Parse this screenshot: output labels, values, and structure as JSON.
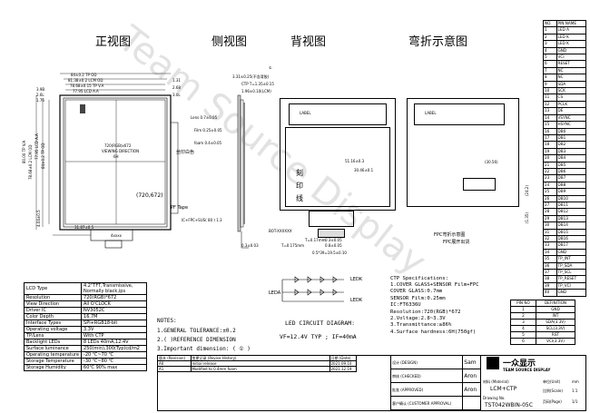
{
  "views": {
    "front": "正视图",
    "side": "侧视图",
    "back": "背视图",
    "bend": "弯折示意图"
  },
  "front": {
    "dims_top": [
      "84±0.2 TP OD",
      "81.38±0.2 LCM OD",
      "78.68±0.15 TP V.A",
      "77.95 LCD A.A"
    ],
    "dims_right": [
      "1.31",
      "2.68",
      "3.0L"
    ],
    "dims_left": [
      "3.9B",
      "2.6L",
      "1.76",
      "80.00 TP V.A",
      "78.68±0.2 LCM OD",
      "77.95 LCD A.A",
      "84±0.2 TP OD"
    ],
    "center_lines": [
      "720(RGB)x672",
      "VIEWING DIRECTION",
      "6H"
    ],
    "resolution_label": "(720,672)",
    "pf_tape": "PF Tape",
    "silk_label": "丝印白色",
    "bottom_dims": [
      "31.87±0.5",
      "4.04±0.5"
    ],
    "tag": "4xxxx"
  },
  "side": {
    "dims": [
      "3.31±0.25(不含背胶)",
      "CTP T=1.35±0.15",
      "1.96±0.10(LCM)"
    ],
    "layers": [
      "Lens 0.7±0.05",
      "Film 0.25±0.05",
      "foam 0.4±0.05"
    ],
    "fpc_label": "IC+FPC+SUS( 80 ) 1.3",
    "bottom_dim": "0.3±0.03"
  },
  "back": {
    "label": "LABEL",
    "dims": [
      "51.16±0.3",
      "30.46±0.1"
    ],
    "mark_label": "刻印线",
    "fpc_dims": [
      "0.3±0.05",
      "0.8±0.05",
      "0.5*39=19.5±0.10",
      "T=0.17mm",
      "T=0.175mm"
    ],
    "fpc_text": "BOT-XXXXXX"
  },
  "bend": {
    "label": "LABEL",
    "dims": [
      "(30.56)",
      "(24.2)",
      "(1.35)"
    ],
    "caption1": "FPC弯折示意图",
    "caption2": "FPC展开出货"
  },
  "pin_table": {
    "header": [
      "NO.",
      "PIN NAME"
    ],
    "rows": [
      [
        "1",
        "LED A"
      ],
      [
        "2",
        "LED K"
      ],
      [
        "3",
        "LED K"
      ],
      [
        "4",
        "GND"
      ],
      [
        "5",
        "VCI"
      ],
      [
        "6",
        "RESET"
      ],
      [
        "7",
        "NC"
      ],
      [
        "8",
        "NC"
      ],
      [
        "9",
        "SDA"
      ],
      [
        "10",
        "SCK"
      ],
      [
        "11",
        "CS"
      ],
      [
        "12",
        "PCLK"
      ],
      [
        "13",
        "DE"
      ],
      [
        "14",
        "VSYNC"
      ],
      [
        "15",
        "HSYNC"
      ],
      [
        "16",
        "DB0"
      ],
      [
        "17",
        "DB1"
      ],
      [
        "18",
        "DB2"
      ],
      [
        "19",
        "DB3"
      ],
      [
        "20",
        "DB4"
      ],
      [
        "21",
        "DB5"
      ],
      [
        "22",
        "DB6"
      ],
      [
        "23",
        "DB7"
      ],
      [
        "24",
        "DB8"
      ],
      [
        "25",
        "DB9"
      ],
      [
        "26",
        "DB10"
      ],
      [
        "27",
        "DB11"
      ],
      [
        "28",
        "DB12"
      ],
      [
        "29",
        "DB13"
      ],
      [
        "30",
        "DB14"
      ],
      [
        "31",
        "DB15"
      ],
      [
        "32",
        "DB16"
      ],
      [
        "33",
        "DB17"
      ],
      [
        "34",
        "GND"
      ],
      [
        "35",
        "TP_INT"
      ],
      [
        "36",
        "TP_SDA"
      ],
      [
        "37",
        "TP_SCL"
      ],
      [
        "38",
        "TP_RESET"
      ],
      [
        "39",
        "TP_VCI"
      ],
      [
        "40",
        "GND"
      ]
    ]
  },
  "spec_table": [
    [
      "LCD Type",
      "4.2\"TFT,Transmissive, Normally black,ips"
    ],
    [
      "Resolution",
      "720(RGB)*672"
    ],
    [
      "View Direction",
      "All O'CLOCK"
    ],
    [
      "Driver IC",
      "NV3052C"
    ],
    [
      "Color Depth",
      "16.7M"
    ],
    [
      "Interface Types",
      "SPI+RGB18-bit"
    ],
    [
      "Operating voltage",
      "3.3V"
    ],
    [
      "TP/Lens",
      "With CTP"
    ],
    [
      "Backlight LEDs",
      "8 LEDs  40mA,12.4V"
    ],
    [
      "Surface luminance",
      "250(min),300(Typ)cd/m2"
    ],
    [
      "Operating temperature",
      "-20 ℃~70 ℃"
    ],
    [
      "Storage Temperature",
      "-30 ℃~80 ℃"
    ],
    [
      "Storage Humidity",
      "60℃ 90% max"
    ]
  ],
  "notes": {
    "title": "NOTES:",
    "lines": [
      "1.GENERAL TOLERANCE:±0.2",
      "2.( )REFERENCE DIMENSION",
      "3.Important dimension: ( ① )"
    ]
  },
  "led": {
    "title": "LED CIRCUIT DIAGRAM:",
    "spec": "VF=12.4V  TYP ; IF=40mA",
    "ledk": "LEDK",
    "leda": "LEDA",
    "ledk2": "LEDK"
  },
  "ctp": {
    "title": "CTP Specifications:",
    "lines": [
      "1.COVER GLASS+SENSOR Film+FPC",
      "  COVER GLASS:0.7mm",
      "  SENSOR Film:0.25mm",
      "  IC:FT6336U",
      "  Resolution:720(RGB)*672",
      "2.Voltage:2.8~3.3V",
      "3.Transmittance:≥86%",
      "4.Surface hardness:6H(750gf)"
    ]
  },
  "pin2": {
    "header": [
      "PIN NO",
      "DEFINITION"
    ],
    "rows": [
      [
        "1",
        "GND"
      ],
      [
        "2",
        "INT"
      ],
      [
        "3",
        "SDA(3.3V)"
      ],
      [
        "4",
        "SCL(3.3V)"
      ],
      [
        "5",
        "RST"
      ],
      [
        "6",
        "VCI(3.3V)"
      ]
    ]
  },
  "title_block": {
    "rev_header": [
      "版本 (Revision)",
      "变更记录 (Revise History)",
      "日期 (Date)"
    ],
    "rev_rows": [
      [
        "A0",
        "Initial release",
        "2021.09.10"
      ],
      [
        "A1",
        "Modified to 0.4mm foam",
        "2021.12.19"
      ]
    ],
    "sign": [
      [
        "设计 (DESIGN)",
        "Sam"
      ],
      [
        "审核 (CHECKED)",
        "Aron"
      ],
      [
        "批准 (APPROVED)",
        "Aron"
      ],
      [
        "客户确认 (CUSTOMER APPROVAL)",
        ""
      ]
    ],
    "material": "LCM+CTP",
    "drawing_no": "TST042WBIN-05C",
    "company": "TEAM SOURCE DISPLAY",
    "logo_cn": "一众显示",
    "unit": "mm",
    "scale": "1:1",
    "sheet": "1/1",
    "labels": [
      "材料 (Material)",
      "Drawing No.",
      "单位(Unit)",
      "比例(Scale)",
      "页码(Page)"
    ]
  },
  "watermark": "Team Source Display"
}
